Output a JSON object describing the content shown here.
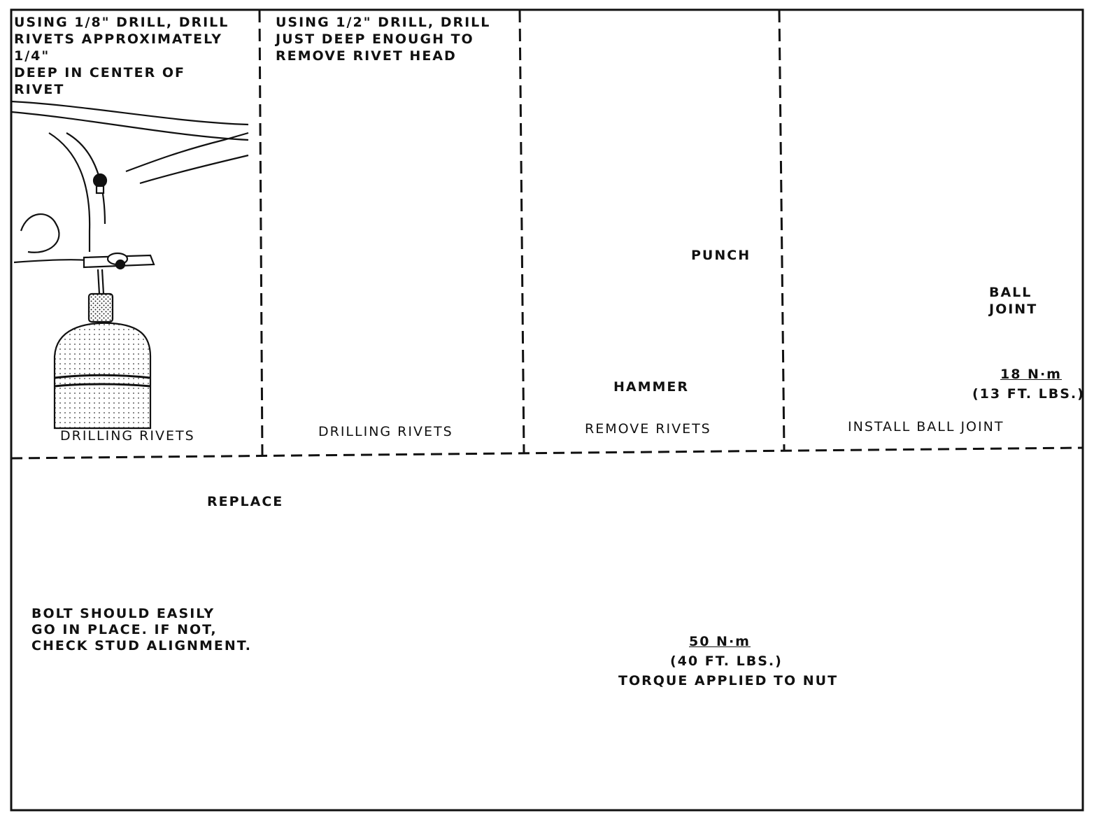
{
  "panels": [
    {
      "instruction": "USING 1/8\" DRILL, DRILL\nRIVETS APPROXIMATELY 1/4\"\nDEEP IN CENTER OF\nRIVET",
      "caption": "DRILLING RIVETS"
    },
    {
      "instruction": "USING 1/2\" DRILL, DRILL\nJUST DEEP ENOUGH TO\nREMOVE RIVET HEAD",
      "caption": "DRILLING RIVETS"
    },
    {
      "caption": "REMOVE RIVETS",
      "callouts": {
        "punch": "PUNCH",
        "hammer": "HAMMER"
      }
    },
    {
      "caption": "INSTALL BALL JOINT",
      "callouts": {
        "ball_joint": "BALL\nJOINT",
        "torque_value": "18 N·m",
        "torque_imperial": "(13 FT. LBS.)"
      }
    }
  ],
  "bottom": {
    "replace": "REPLACE",
    "bolt_note": "BOLT SHOULD EASILY\nGO IN PLACE. IF NOT,\nCHECK STUD ALIGNMENT.",
    "torque_value": "50 N·m",
    "torque_imperial": "(40 FT. LBS.)",
    "torque_note": "TORQUE APPLIED TO NUT"
  }
}
